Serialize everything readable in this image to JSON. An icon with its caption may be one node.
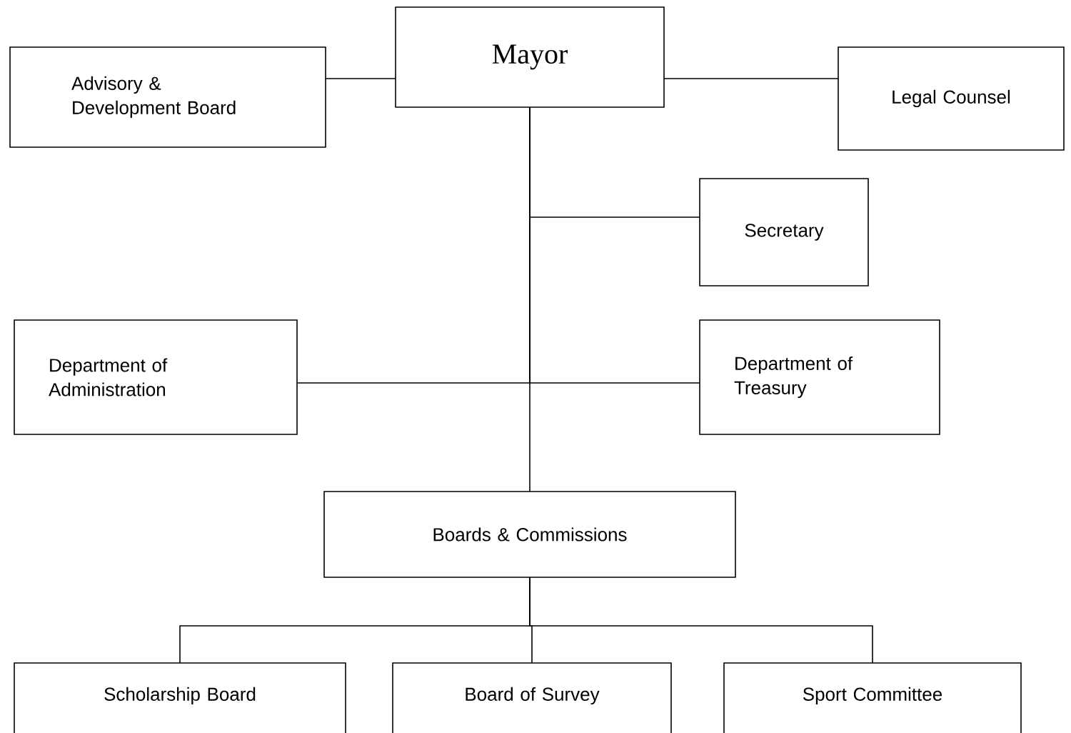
{
  "diagram": {
    "nodes": [
      {
        "text": [
          "Mayor"
        ]
      },
      {
        "text": [
          "Advisory & Development Board"
        ]
      },
      {
        "text": [
          "Legal Counsel"
        ]
      },
      {
        "text": [
          "Secretary"
        ]
      },
      {
        "text": [
          "Department of Administration"
        ]
      },
      {
        "text": [
          "Department of Treasury"
        ]
      },
      {
        "text": [
          "Boards & Commissions"
        ]
      },
      {
        "text": [
          "Scholarship Board"
        ]
      },
      {
        "text": [
          "Board of Survey"
        ]
      },
      {
        "text": [
          "Sport Committee"
        ]
      }
    ],
    "edges": [
      {
        "from": 0,
        "to": 1,
        "arrow": "none"
      },
      {
        "from": 0,
        "to": 2,
        "arrow": "none"
      },
      {
        "from": 0,
        "to": 3,
        "arrow": "none"
      },
      {
        "from": 0,
        "to": 4,
        "arrow": "none"
      },
      {
        "from": 0,
        "to": 5,
        "arrow": "none"
      },
      {
        "from": 0,
        "to": 6,
        "arrow": "none"
      },
      {
        "from": 6,
        "to": 7,
        "arrow": "none"
      },
      {
        "from": 6,
        "to": 8,
        "arrow": "none"
      },
      {
        "from": 6,
        "to": 9,
        "arrow": "none"
      }
    ]
  }
}
